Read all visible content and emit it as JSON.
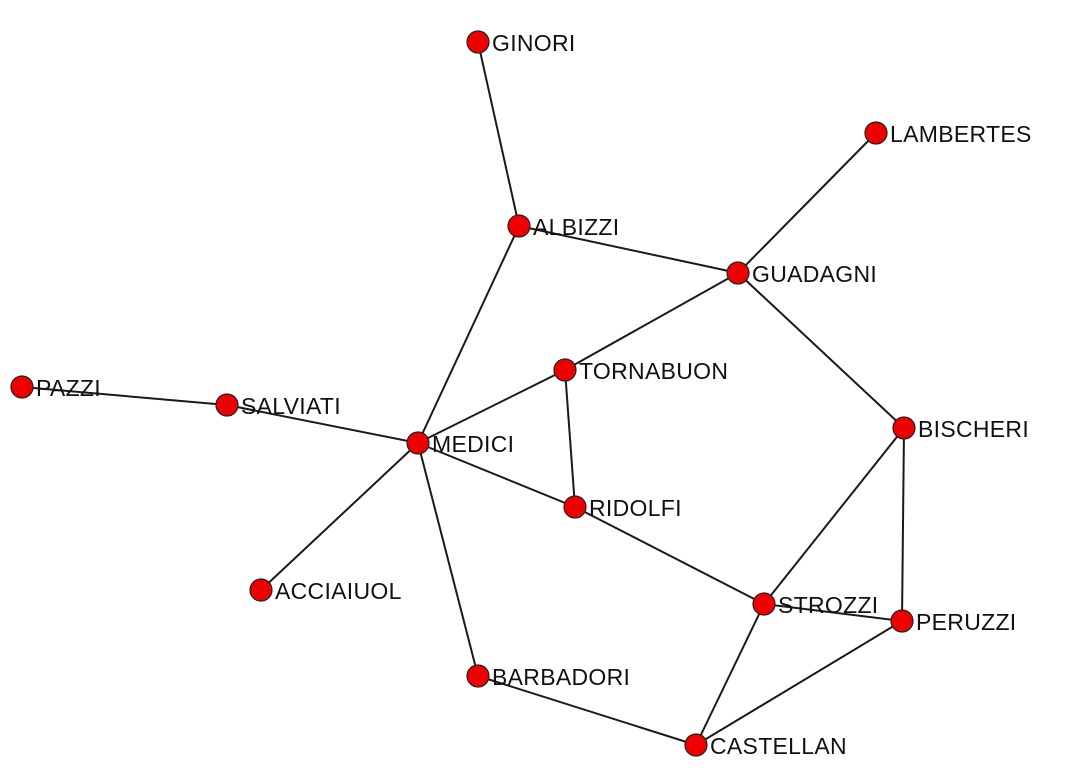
{
  "colors": {
    "node_fill": "#ee0000",
    "edge": "#1a1a1a",
    "label": "#111111",
    "background": "#ffffff"
  },
  "nodes": [
    {
      "id": "ginori",
      "label": "GINORI"
    },
    {
      "id": "lambertes",
      "label": "LAMBERTES"
    },
    {
      "id": "albizzi",
      "label": "ALBIZZI"
    },
    {
      "id": "guadagni",
      "label": "GUADAGNI"
    },
    {
      "id": "tornabuon",
      "label": "TORNABUON"
    },
    {
      "id": "pazzi",
      "label": "PAZZI"
    },
    {
      "id": "salviati",
      "label": "SALVIATI"
    },
    {
      "id": "medici",
      "label": "MEDICI"
    },
    {
      "id": "bischeri",
      "label": "BISCHERI"
    },
    {
      "id": "ridolfi",
      "label": "RIDOLFI"
    },
    {
      "id": "acciaiuol",
      "label": "ACCIAIUOL"
    },
    {
      "id": "strozzi",
      "label": "STROZZI"
    },
    {
      "id": "peruzzi",
      "label": "PERUZZI"
    },
    {
      "id": "barbadori",
      "label": "BARBADORI"
    },
    {
      "id": "castellan",
      "label": "CASTELLAN"
    }
  ],
  "edges": [
    [
      "ginori",
      "albizzi"
    ],
    [
      "albizzi",
      "guadagni"
    ],
    [
      "albizzi",
      "medici"
    ],
    [
      "lambertes",
      "guadagni"
    ],
    [
      "guadagni",
      "tornabuon"
    ],
    [
      "guadagni",
      "bischeri"
    ],
    [
      "tornabuon",
      "medici"
    ],
    [
      "tornabuon",
      "ridolfi"
    ],
    [
      "pazzi",
      "salviati"
    ],
    [
      "salviati",
      "medici"
    ],
    [
      "medici",
      "ridolfi"
    ],
    [
      "medici",
      "acciaiuol"
    ],
    [
      "medici",
      "barbadori"
    ],
    [
      "ridolfi",
      "strozzi"
    ],
    [
      "bischeri",
      "strozzi"
    ],
    [
      "bischeri",
      "peruzzi"
    ],
    [
      "strozzi",
      "peruzzi"
    ],
    [
      "strozzi",
      "castellan"
    ],
    [
      "peruzzi",
      "castellan"
    ],
    [
      "barbadori",
      "castellan"
    ]
  ]
}
